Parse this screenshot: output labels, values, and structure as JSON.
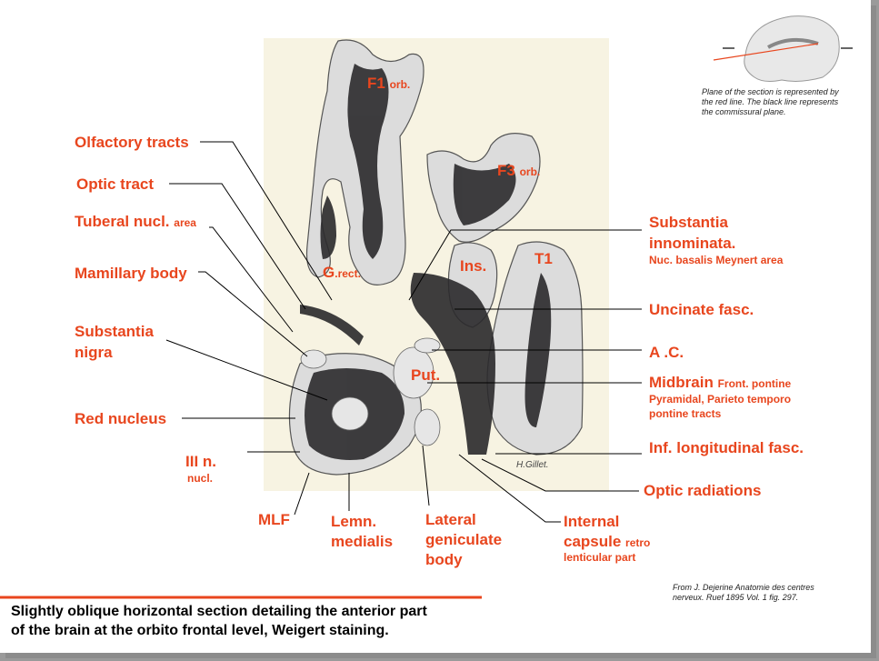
{
  "labels": {
    "olfactory_tracts": "Olfactory tracts",
    "optic_tract": "Optic tract",
    "tuberal": "Tuberal nucl.",
    "tuberal_small": "area",
    "mamillary": "Mamillary body",
    "substantia_nigra_1": "Substantia",
    "substantia_nigra_2": "nigra",
    "red_nucleus": "Red nucleus",
    "third_n": "III n.",
    "third_n_sub": "nucl.",
    "mlf": "MLF",
    "lemn_1": "Lemn.",
    "lemn_2": "medialis",
    "lgb_1": "Lateral",
    "lgb_2": "geniculate",
    "lgb_3": "body",
    "ic_1": "Internal",
    "ic_2": "capsule",
    "ic_small": "retro",
    "ic_3": "lenticular part",
    "si_1": "Substantia",
    "si_2": "innominata.",
    "si_3": "Nuc. basalis Meynert area",
    "uncinate": "Uncinate fasc.",
    "ac": "A .C.",
    "midbrain": "Midbrain",
    "midbrain_small": "Front. pontine",
    "midbrain_2": "Pyramidal, Parieto temporo",
    "midbrain_3": "pontine tracts",
    "inf_long": "Inf. longitudinal fasc.",
    "optic_rad": "Optic radiations",
    "f1": "F1",
    "f1_sub": "orb.",
    "f3": "F3",
    "f3_sub": "orb.",
    "ins": "Ins.",
    "t1": "T1",
    "grect": "G",
    "grect_sub": ".rect.",
    "put": "Put."
  },
  "notes": {
    "plane_1": "Plane of the section is represented by",
    "plane_2": "the red line. The black line represents",
    "plane_3": "the commissural plane.",
    "source_1": "From J. Dejerine Anatomie des centres",
    "source_2": "nerveux. Ruef 1895 Vol. 1 fig. 297.",
    "signature": "H.Gillet."
  },
  "caption": {
    "line1": "Slightly oblique horizontal section detailing the anterior part",
    "line2": "of the brain at the orbito frontal level,  Weigert staining."
  },
  "colors": {
    "label": "#e8461e",
    "rule": "#e8461e",
    "specimen_bg": "#f7f3e2",
    "stain": "#2b2a2c"
  }
}
